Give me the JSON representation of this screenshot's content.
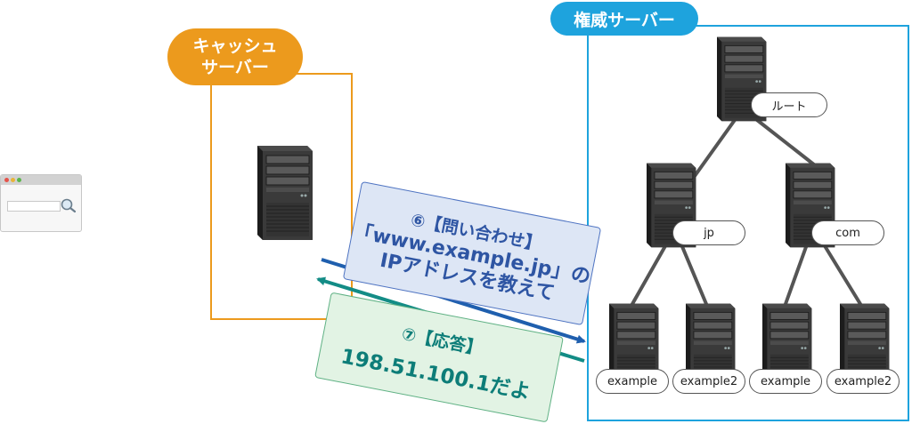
{
  "cache_server": {
    "label": "キャッシュ\nサーバー"
  },
  "authoritative_server": {
    "label": "権威サーバー"
  },
  "nodes": {
    "root": "ルート",
    "jp": "jp",
    "com": "com",
    "jp_example": "example",
    "jp_example2": "example2",
    "com_example": "example",
    "com_example2": "example2"
  },
  "query": {
    "title": "⑥【問い合わせ】",
    "line1": "「www.example.jp」の",
    "line2": "IPアドレスを教えて"
  },
  "answer": {
    "title": "⑦【応答】",
    "body": "198.51.100.1だよ"
  },
  "colors": {
    "cache": "#ec9a1d",
    "authoritative": "#1ea3dd",
    "query_arrow": "#1f5fae",
    "answer_arrow": "#138c86"
  }
}
